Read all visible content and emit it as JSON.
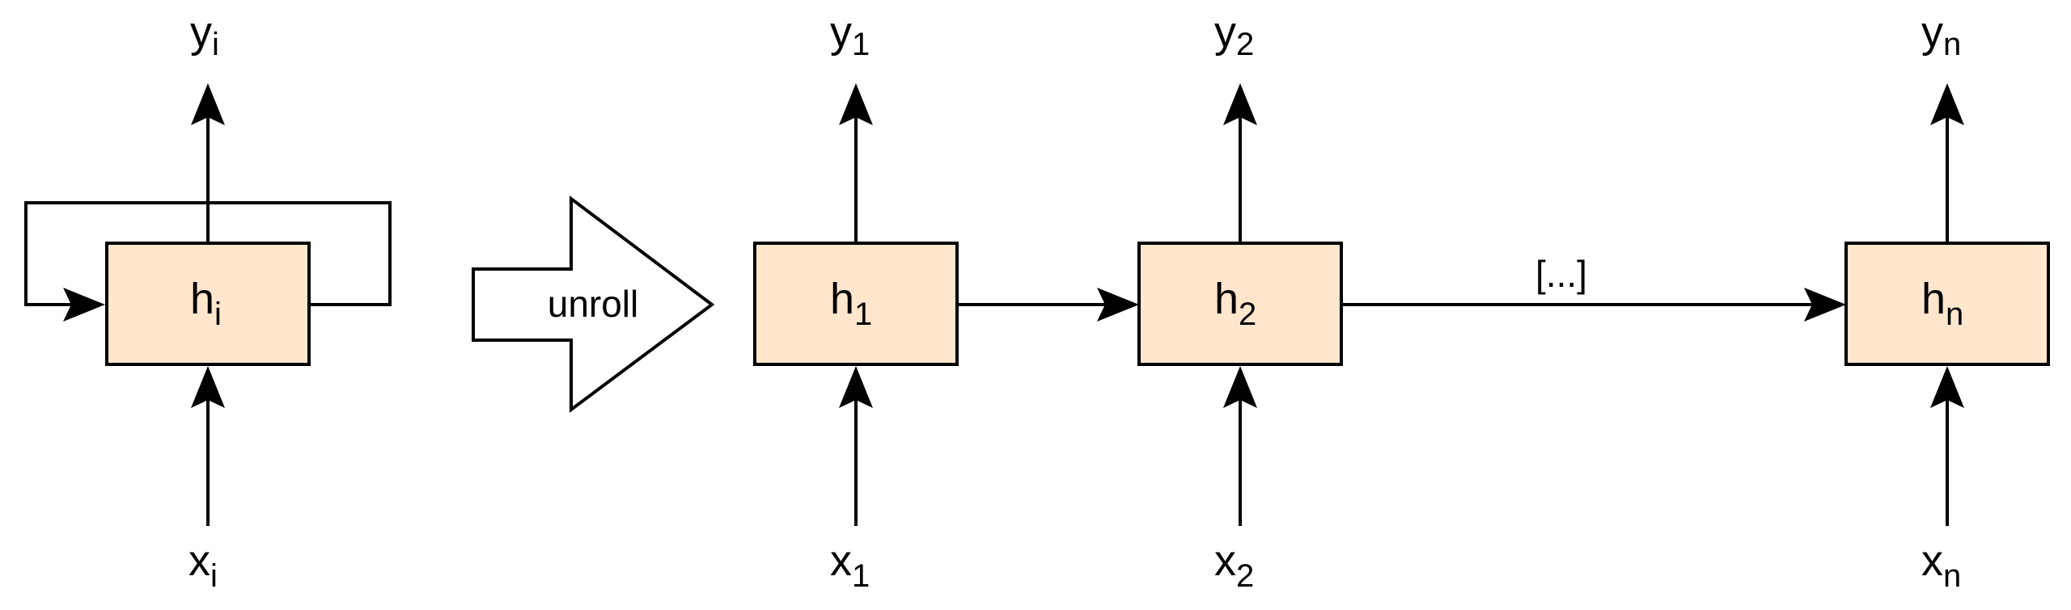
{
  "rolled": {
    "cell": {
      "base": "h",
      "sub": "i"
    },
    "input": {
      "base": "x",
      "sub": "i"
    },
    "output": {
      "base": "y",
      "sub": "i"
    }
  },
  "transform_label": "unroll",
  "unrolled": [
    {
      "cell": {
        "base": "h",
        "sub": "1"
      },
      "input": {
        "base": "x",
        "sub": "1"
      },
      "output": {
        "base": "y",
        "sub": "1"
      }
    },
    {
      "cell": {
        "base": "h",
        "sub": "2"
      },
      "input": {
        "base": "x",
        "sub": "2"
      },
      "output": {
        "base": "y",
        "sub": "2"
      }
    },
    {
      "cell": {
        "base": "h",
        "sub": "n"
      },
      "input": {
        "base": "x",
        "sub": "n"
      },
      "output": {
        "base": "y",
        "sub": "n"
      }
    }
  ],
  "ellipsis_label": "[...]",
  "colors": {
    "cell_fill": "#ffe6cc",
    "stroke": "#000000"
  }
}
